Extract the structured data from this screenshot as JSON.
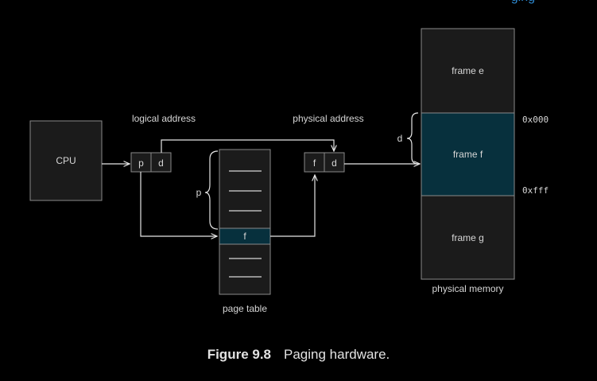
{
  "top_link": "ging",
  "cpu": {
    "label": "CPU"
  },
  "logical_address": {
    "title": "logical address",
    "p": "p",
    "d": "d"
  },
  "physical_address": {
    "title": "physical address",
    "f": "f",
    "d": "d"
  },
  "page_table": {
    "title": "page table",
    "entry": "f",
    "index_label": "p"
  },
  "memory": {
    "title": "physical memory",
    "frames": [
      "frame e",
      "frame f",
      "frame g"
    ],
    "start_addr": "0x000",
    "end_addr": "0xfff",
    "offset_label": "d"
  },
  "caption": {
    "number": "Figure 9.8",
    "text": "Paging hardware."
  },
  "colors": {
    "background": "#000000",
    "highlight": "#07303d",
    "box": "#1b1b1b",
    "stroke": "#8a8a8a"
  }
}
